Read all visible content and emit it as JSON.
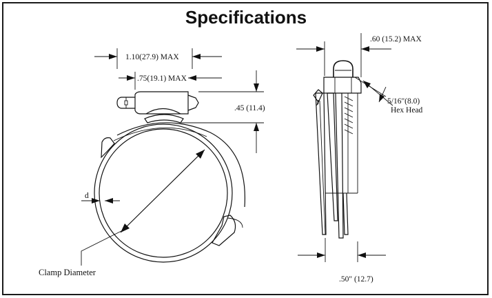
{
  "title": "Specifications",
  "labels": {
    "overall_width": "1.10(27.9) MAX",
    "housing_width": ".75(19.1)  MAX",
    "housing_height": ".45 (11.4)",
    "side_width": ".60 (15.2) MAX",
    "hex_size": "5/16\"(8.0)",
    "hex_head": "Hex    Head",
    "thickness": "d",
    "band_width": ".50\" (12.7)",
    "clamp_diameter": "Clamp Diameter"
  }
}
